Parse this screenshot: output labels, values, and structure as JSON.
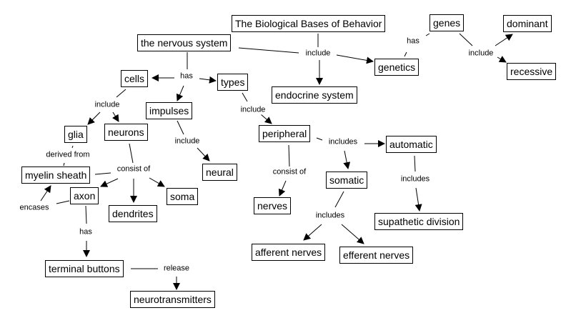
{
  "nodes": {
    "root": "The Biological Bases of Behavior",
    "nervous_system": "the nervous system",
    "genetics": "genetics",
    "genes": "genes",
    "dominant": "dominant",
    "recessive": "recessive",
    "endocrine": "endocrine system",
    "cells": "cells",
    "types": "types",
    "impulses": "impulses",
    "glia": "glia",
    "neurons": "neurons",
    "neural": "neural",
    "myelin": "myelin sheath",
    "axon": "axon",
    "soma": "soma",
    "dendrites": "dendrites",
    "terminal": "terminal buttons",
    "neurotransmitters": "neurotransmitters",
    "peripheral": "peripheral",
    "automatic": "automatic",
    "somatic": "somatic",
    "nerves": "nerves",
    "supathetic": "supathetic division",
    "afferent": "afferent nerves",
    "efferent": "efferent nerves"
  },
  "links": {
    "root_include": "include",
    "genetics_has": "has",
    "genes_include": "include",
    "ns_has": "has",
    "cells_include": "include",
    "impulses_include": "include",
    "types_include": "include",
    "glia_derived": "derived from",
    "neurons_consist": "consist of",
    "axon_encases": "encases",
    "axon_has": "has",
    "terminal_release": "release",
    "peripheral_includes": "includes",
    "peripheral_consist": "consist of",
    "somatic_includes": "includes",
    "automatic_includes": "includes"
  }
}
